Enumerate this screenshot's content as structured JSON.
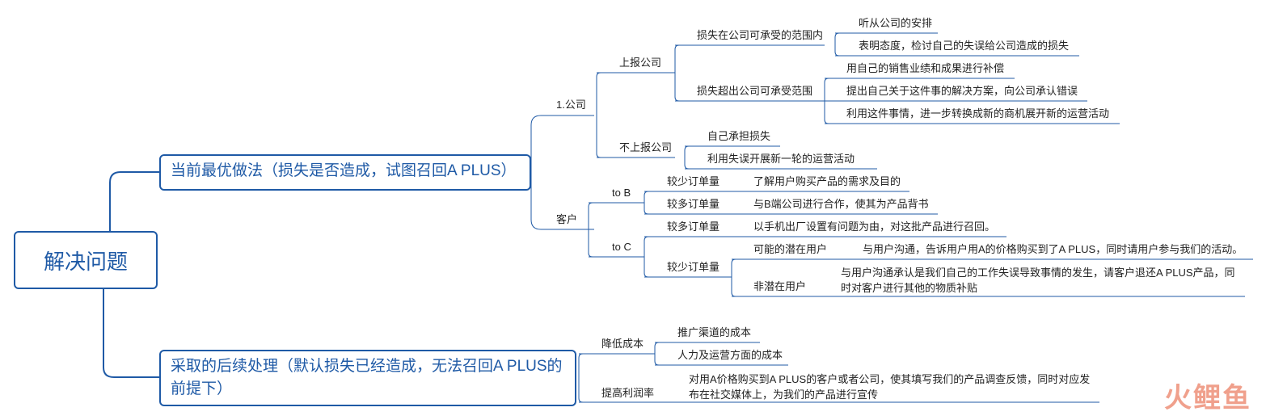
{
  "root": "解决问题",
  "branch1": {
    "title": "当前最优做法（损失是否造成，试图召回A PLUS）",
    "company": {
      "label": "1.公司",
      "report": {
        "label": "上报公司",
        "within": {
          "label": "损失在公司可承受的范围内",
          "items": [
            "听从公司的安排",
            "表明态度，检讨自己的失误给公司造成的损失"
          ]
        },
        "beyond": {
          "label": "损失超出公司可承受范围",
          "items": [
            "用自己的销售业绩和成果进行补偿",
            "提出自己关于这件事的解决方案，向公司承认错误",
            "利用这件事情，进一步转换成新的商机展开新的运营活动"
          ]
        }
      },
      "no_report": {
        "label": "不上报公司",
        "items": [
          "自己承担损失",
          "利用失误开展新一轮的运营活动"
        ]
      }
    },
    "customer": {
      "label": "客户",
      "tob": {
        "label": "to B",
        "few": {
          "label": "较少订单量",
          "item": "了解用户购买产品的需求及目的"
        },
        "many": {
          "label": "较多订单量",
          "item": "与B端公司进行合作，使其为产品背书"
        }
      },
      "toc": {
        "label": "to C",
        "many": {
          "label": "较多订单量",
          "item": "以手机出厂设置有问题为由，对这批产品进行召回。"
        },
        "few": {
          "label": "较少订单量",
          "potential": {
            "label": "可能的潜在用户",
            "item": "与用户沟通，告诉用户用A的价格购买到了A PLUS，同时请用户参与我们的活动。"
          },
          "non_potential": {
            "label": "非潜在用户",
            "item": "与用户沟通承认是我们自己的工作失误导致事情的发生，请客户退还A PLUS产品，同时对客户进行其他的物质补贴"
          }
        }
      }
    }
  },
  "branch2": {
    "title": "采取的后续处理（默认损失已经造成，无法召回A PLUS的前提下）",
    "cost": {
      "label": "降低成本",
      "items": [
        "推广渠道的成本",
        "人力及运营方面的成本"
      ]
    },
    "profit": {
      "label": "提高利润率",
      "item": "对用A价格购买到A PLUS的客户或者公司，使其填写我们的产品调查反馈，同时对应发布在社交媒体上，为我们的产品进行宣传"
    }
  },
  "watermark": "火鲤鱼",
  "colors": {
    "accent": "#1f5aa6",
    "line": "#1f5aa6",
    "watermark": "#f0a08c"
  }
}
